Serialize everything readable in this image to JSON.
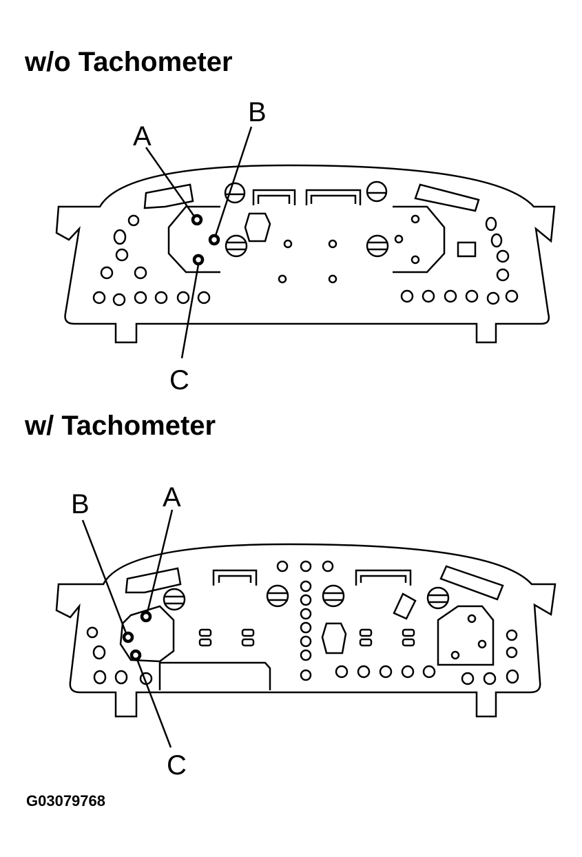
{
  "diagrams": [
    {
      "title": "w/o Tachometer",
      "callouts": {
        "a": "A",
        "b": "B",
        "c": "C"
      }
    },
    {
      "title": "w/ Tachometer",
      "callouts": {
        "a": "A",
        "b": "B",
        "c": "C"
      }
    }
  ],
  "figure_id": "G03079768"
}
